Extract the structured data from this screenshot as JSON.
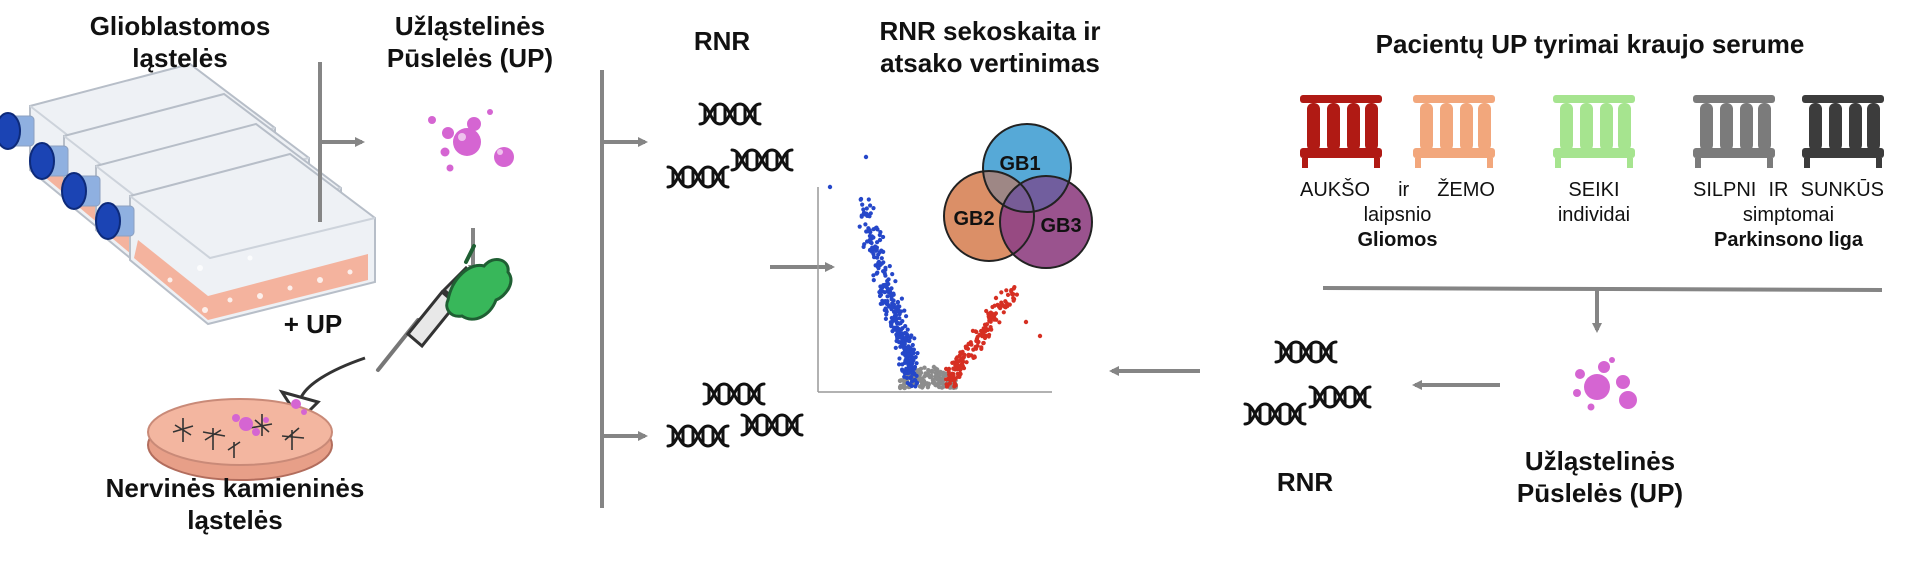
{
  "left": {
    "glioblastoma_cells": [
      "Glioblastomos",
      "ląstelės"
    ],
    "extracellular_vesicles": [
      "Užląstelinės",
      "Pūslelės (UP)"
    ],
    "plus_ev": "+ UP",
    "neural_stem_cells": [
      "Nervinės kamieninės",
      "ląstelės"
    ]
  },
  "middle": {
    "rna_label": "RNR",
    "sequencing_title": [
      "RNR sekoskaita ir",
      "atsako vertinimas"
    ],
    "venn": {
      "labels": [
        "GB1",
        "GB2",
        "GB3"
      ],
      "colors": [
        "#5cbde3",
        "#d9895f",
        "#914484"
      ]
    },
    "volcano": {
      "down_color": "#2547c9",
      "neutral_color": "#8c8c8c",
      "up_color": "#d62f22"
    }
  },
  "right": {
    "title": "Pacientų UP tyrimai kraujo serume",
    "groups": [
      {
        "color": "#b01a14",
        "words": [
          "AUKŠO",
          "ir",
          "ŽEMO"
        ],
        "sub": "laipsnio",
        "bold": "Gliomos"
      },
      {
        "color": "#f2a77c",
        "words": [],
        "sub": "",
        "bold": ""
      },
      {
        "color": "#a6e48f",
        "words": [
          "SEIKI"
        ],
        "sub": "individai",
        "bold": ""
      },
      {
        "color": "#7b7b7b",
        "words": [
          "SILPNI",
          "IR",
          "SUNKŪS"
        ],
        "sub": "simptomai",
        "bold": "Parkinsono liga"
      },
      {
        "color": "#3c3c3c",
        "words": [],
        "sub": "",
        "bold": ""
      }
    ],
    "rna_label": "RNR",
    "extracellular_vesicles": [
      "Užląstelinės",
      "Pūslelės (UP)"
    ]
  },
  "colors": {
    "arrow": "#858585",
    "vesicle": "#d565d2",
    "flask_cap": "#1b44b4",
    "flask_media": "#f4a88e",
    "dish": "#f3b6a0",
    "glove": "#38b75a"
  }
}
